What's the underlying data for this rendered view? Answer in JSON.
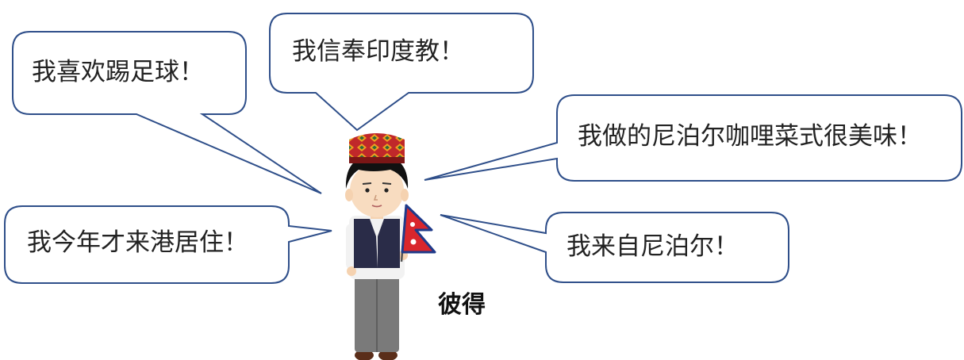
{
  "bubbles": {
    "football": "我喜欢踢足球！",
    "religion": "我信奉印度教！",
    "curry": "我做的尼泊尔咖哩菜式很美味！",
    "moved": "我今年才来港居住！",
    "origin": "我来自尼泊尔！"
  },
  "character": {
    "name": "彼得"
  },
  "colors": {
    "bubble_stroke": "#2f4f8a",
    "bubble_fill": "#ffffff",
    "hat_red": "#c0282a",
    "hair": "#111111",
    "vest": "#2a2c48",
    "trousers": "#7a7a7a",
    "flag_red": "#d9262c",
    "flag_blue": "#1f3a8a"
  }
}
